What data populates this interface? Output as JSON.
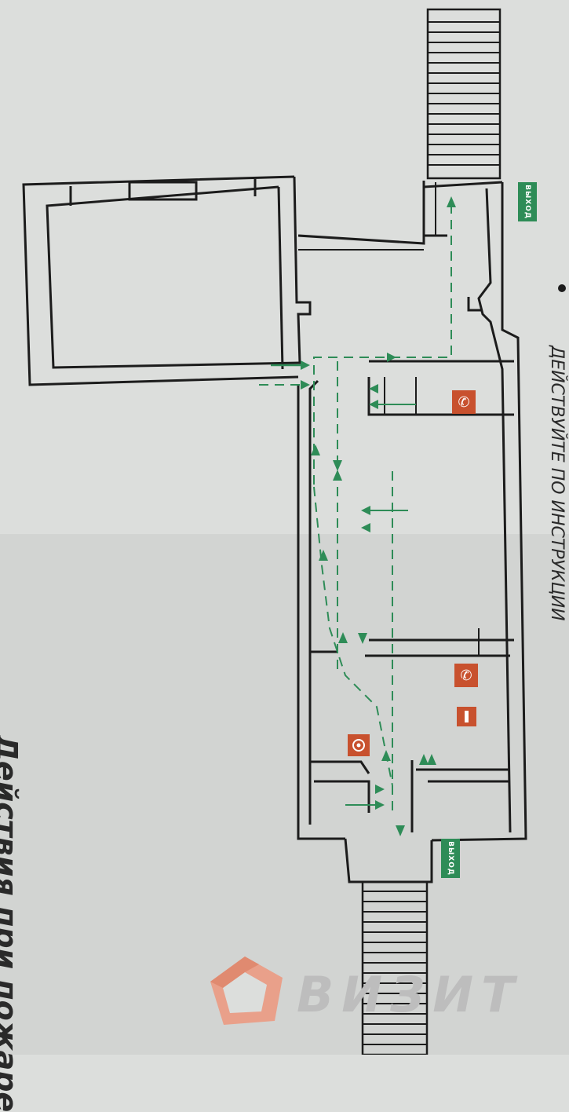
{
  "title": "Действия при пожаре",
  "top_caption": "ДЕЙСТВУЙТЕ ПО ИНСТРУКЦИИ",
  "exit_label": "ВЫХОД",
  "brand": {
    "name": "ВИЗИТ",
    "logo_color": "#e9a08a",
    "text_color": "#bdbdbd"
  },
  "colors": {
    "wall": "#1c1c1c",
    "arrow": "#2e8c57",
    "sign": "#c8512e",
    "paper": "#dcdedc"
  },
  "icons": [
    "phone-icon",
    "phone-icon",
    "fire-extinguisher-icon",
    "fire-alarm-icon"
  ]
}
